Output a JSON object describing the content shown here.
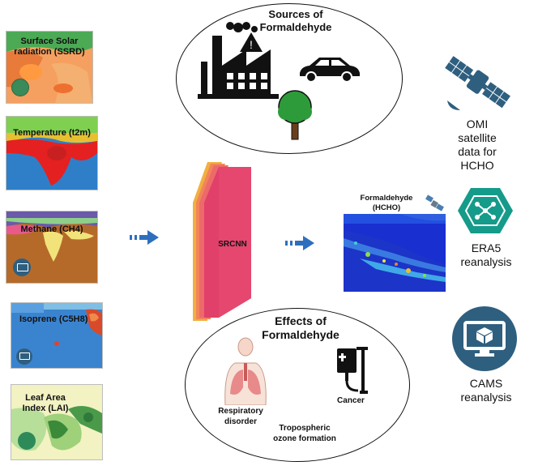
{
  "inputs": [
    {
      "label": "Surface Solar radiation (SSRD)"
    },
    {
      "label": "Temperature (t2m)"
    },
    {
      "label": "Methane (CH4)"
    },
    {
      "label": "Isoprene (C5H8)"
    },
    {
      "label": "Leaf Area Index (LAI)"
    }
  ],
  "model": {
    "label": "SRCNN"
  },
  "sources": {
    "title": "Sources of Formaldehyde"
  },
  "output": {
    "title": "Formaldehyde (HCHO)"
  },
  "effects": {
    "title": "Effects of Formaldehyde",
    "respiratory": "Respiratory disorder",
    "cancer": "Cancer",
    "ozone": "Tropospheric ozone formation"
  },
  "data_sources": [
    {
      "label": "OMI satellite data for HCHO",
      "icon": "satellite-icon"
    },
    {
      "label": "ERA5 reanalysis",
      "icon": "brain-circuit-icon"
    },
    {
      "label": "CAMS reanalysis",
      "icon": "monitor-cube-icon"
    }
  ],
  "colors": {
    "arrow": "#2e6fbd",
    "srcnn": "#e0406a",
    "data_icon": "#2f5f7f",
    "era5": "#159b8a"
  }
}
